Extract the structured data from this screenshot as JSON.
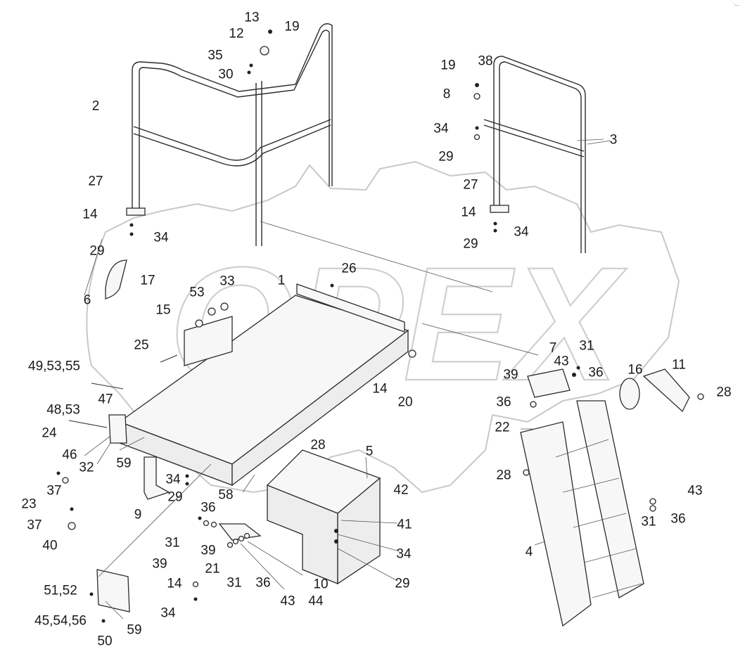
{
  "corner_mark": "’—",
  "watermark": {
    "text": "OPEX"
  },
  "callouts": [
    {
      "id": "c13",
      "text": "13"
    },
    {
      "id": "c19a",
      "text": "19"
    },
    {
      "id": "c12",
      "text": "12"
    },
    {
      "id": "c35",
      "text": "35"
    },
    {
      "id": "c30",
      "text": "30"
    },
    {
      "id": "c2",
      "text": "2"
    },
    {
      "id": "c19b",
      "text": "19"
    },
    {
      "id": "c38",
      "text": "38"
    },
    {
      "id": "c8",
      "text": "8"
    },
    {
      "id": "c34a",
      "text": "34"
    },
    {
      "id": "c3",
      "text": "3"
    },
    {
      "id": "c29a",
      "text": "29"
    },
    {
      "id": "c27a",
      "text": "27"
    },
    {
      "id": "c27b",
      "text": "27"
    },
    {
      "id": "c14a",
      "text": "14"
    },
    {
      "id": "c34b",
      "text": "34"
    },
    {
      "id": "c14b",
      "text": "14"
    },
    {
      "id": "c34c",
      "text": "34"
    },
    {
      "id": "c29b",
      "text": "29"
    },
    {
      "id": "c29c",
      "text": "29"
    },
    {
      "id": "c26",
      "text": "26"
    },
    {
      "id": "c17",
      "text": "17"
    },
    {
      "id": "c1",
      "text": "1"
    },
    {
      "id": "c33",
      "text": "33"
    },
    {
      "id": "c53a",
      "text": "53"
    },
    {
      "id": "c6",
      "text": "6"
    },
    {
      "id": "c15",
      "text": "15"
    },
    {
      "id": "c25",
      "text": "25"
    },
    {
      "id": "c7",
      "text": "7"
    },
    {
      "id": "c31a",
      "text": "31"
    },
    {
      "id": "c43a",
      "text": "43"
    },
    {
      "id": "c36a",
      "text": "36"
    },
    {
      "id": "c16",
      "text": "16"
    },
    {
      "id": "c11",
      "text": "11"
    },
    {
      "id": "c49",
      "text": "49,53,55"
    },
    {
      "id": "c39a",
      "text": "39"
    },
    {
      "id": "c14c",
      "text": "14"
    },
    {
      "id": "c20",
      "text": "20"
    },
    {
      "id": "c28a",
      "text": "28"
    },
    {
      "id": "c47",
      "text": "47"
    },
    {
      "id": "c36b",
      "text": "36"
    },
    {
      "id": "c48",
      "text": "48,53"
    },
    {
      "id": "c22",
      "text": "22"
    },
    {
      "id": "c24",
      "text": "24"
    },
    {
      "id": "c28b",
      "text": "28"
    },
    {
      "id": "c5",
      "text": "5"
    },
    {
      "id": "c46",
      "text": "46"
    },
    {
      "id": "c32",
      "text": "32"
    },
    {
      "id": "c59a",
      "text": "59"
    },
    {
      "id": "c28c",
      "text": "28"
    },
    {
      "id": "c37a",
      "text": "37"
    },
    {
      "id": "c34d",
      "text": "34"
    },
    {
      "id": "c42",
      "text": "42"
    },
    {
      "id": "c29d",
      "text": "29"
    },
    {
      "id": "c58",
      "text": "58"
    },
    {
      "id": "c43b",
      "text": "43"
    },
    {
      "id": "c23",
      "text": "23"
    },
    {
      "id": "c9",
      "text": "9"
    },
    {
      "id": "c36c",
      "text": "36"
    },
    {
      "id": "c31b",
      "text": "31"
    },
    {
      "id": "c36d",
      "text": "36"
    },
    {
      "id": "c37b",
      "text": "37"
    },
    {
      "id": "c41",
      "text": "41"
    },
    {
      "id": "c40",
      "text": "40"
    },
    {
      "id": "c31c",
      "text": "31"
    },
    {
      "id": "c39b",
      "text": "39"
    },
    {
      "id": "c34e",
      "text": "34"
    },
    {
      "id": "c4",
      "text": "4"
    },
    {
      "id": "c39c",
      "text": "39"
    },
    {
      "id": "c21",
      "text": "21"
    },
    {
      "id": "c29e",
      "text": "29"
    },
    {
      "id": "c14d",
      "text": "14"
    },
    {
      "id": "c31d",
      "text": "31"
    },
    {
      "id": "c36e",
      "text": "36"
    },
    {
      "id": "c10",
      "text": "10"
    },
    {
      "id": "c51",
      "text": "51,52"
    },
    {
      "id": "c43c",
      "text": "43"
    },
    {
      "id": "c44",
      "text": "44"
    },
    {
      "id": "c34f",
      "text": "34"
    },
    {
      "id": "c45",
      "text": "45,54,56"
    },
    {
      "id": "c59b",
      "text": "59"
    },
    {
      "id": "c50",
      "text": "50"
    }
  ]
}
